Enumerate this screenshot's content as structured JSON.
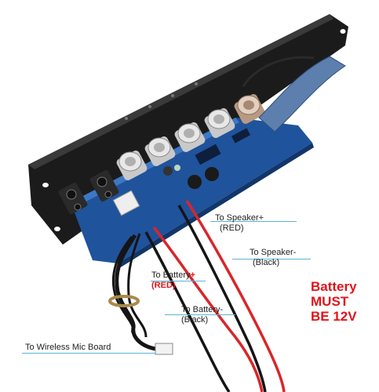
{
  "labels": {
    "speaker_plus": "To Speaker+",
    "speaker_plus_color": "(RED)",
    "speaker_minus": "To Speaker-",
    "speaker_minus_color": "(Black)",
    "battery_plus": "To Battery",
    "battery_plus_sign": "+",
    "battery_plus_color": "(RED)",
    "battery_minus": "To Battery-",
    "battery_minus_color": "(Black)",
    "wireless_mic": "To Wireless Mic Board"
  },
  "warning": {
    "line1": "Battery",
    "line2": "MUST",
    "line3": "BE 12V"
  },
  "colors": {
    "warning_red": "#e0141a",
    "leader_line": "#5ab4d8",
    "panel_black": "#1a1a1a",
    "pcb_blue": "#1d4f96",
    "wire_red": "#d8262b",
    "wire_black": "#151515"
  }
}
